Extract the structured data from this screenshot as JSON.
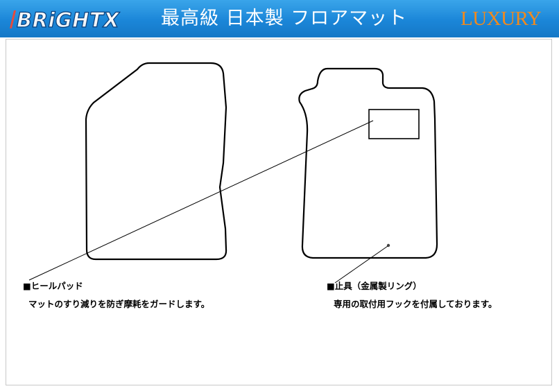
{
  "header": {
    "brand": "BRiGHTX",
    "title": "最高級 日本製 フロアマット",
    "badge": "LUXURY"
  },
  "notes": {
    "heel_pad": {
      "title": "■ヒールパッド",
      "description": "マットのすり減りを防ぎ摩耗をガードします。"
    },
    "clip": {
      "title": "■止具（金属製リング）",
      "description": "専用の取付用フックを付属しております。"
    }
  },
  "colors": {
    "header_blue": "#1b86d8",
    "badge_orange": "#f08a1e",
    "outline": "#000000"
  }
}
